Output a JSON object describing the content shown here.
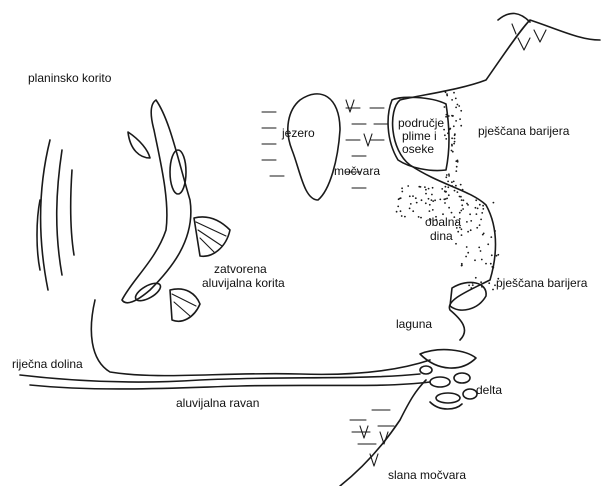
{
  "labels": {
    "planinsko_korito": "planinsko korito",
    "jezero": "jezero",
    "mocvara": "močvara",
    "podrucje_1": "područje",
    "podrucje_2": "plime i",
    "podrucje_3": "oseke",
    "pjescana_barijera_top": "pješčana barijera",
    "obalna_1": "obalna",
    "obalna_2": "dina",
    "pjescana_barijera_mid": "pješčana barijera",
    "zatvorena_1": "zatvorena",
    "zatvorena_2": "aluvijalna korita",
    "laguna": "laguna",
    "rijecna_dolina": "riječna dolina",
    "aluvijalna_ravan": "aluvijalna ravan",
    "delta": "delta",
    "slana_mocvara": "slana močvara"
  },
  "colors": {
    "ink": "#1a1a1a",
    "background": "#ffffff"
  }
}
